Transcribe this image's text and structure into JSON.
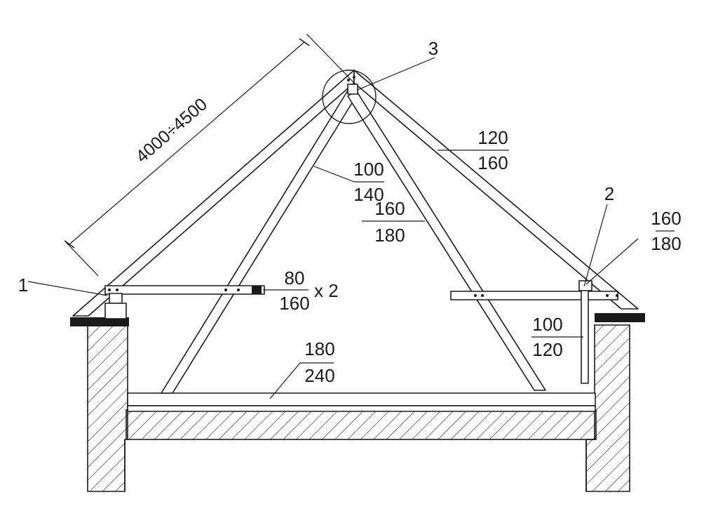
{
  "dimension": {
    "slope_length": "4000÷4500"
  },
  "callouts": {
    "eave_left": "1",
    "post_node": "2",
    "ridge_node": "3"
  },
  "sections": {
    "rafter": {
      "num": "120",
      "den": "160"
    },
    "inner_left_strut": {
      "num": "100",
      "den": "140"
    },
    "inner_right_strut": {
      "num": "160",
      "den": "180"
    },
    "tie_beam": {
      "num": "80",
      "den": "160",
      "suffix": "x 2"
    },
    "mauerlat": {
      "num": "160",
      "den": "180"
    },
    "post": {
      "num": "100",
      "den": "120"
    },
    "floor_beam": {
      "num": "180",
      "den": "240"
    }
  },
  "colors": {
    "line": "#1a1a1a",
    "background": "#ffffff"
  }
}
